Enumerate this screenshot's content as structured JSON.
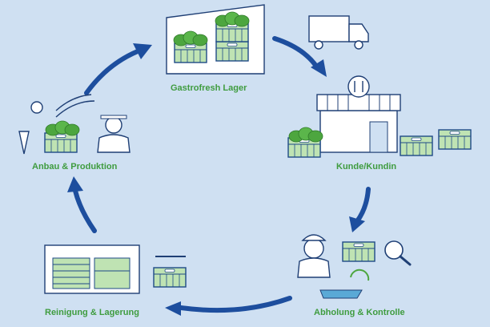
{
  "stages": [
    {
      "id": "lager",
      "label": "Gastrofresh Lager",
      "icon": "warehouse-crates-icon"
    },
    {
      "id": "kunde",
      "label": "Kunde/Kundin",
      "icon": "restaurant-storefront-icon"
    },
    {
      "id": "abholung",
      "label": "Abholung & Kontrolle",
      "icon": "inspector-with-crate-icon"
    },
    {
      "id": "reinigung",
      "label": "Reinigung & Lagerung",
      "icon": "stacked-crates-icon"
    },
    {
      "id": "anbau",
      "label": "Anbau & Produktion",
      "icon": "farmer-with-crate-icon"
    }
  ],
  "colors": {
    "background": "#cfe0f2",
    "arrow": "#1d4e9e",
    "label": "#3f9c3f",
    "crate_fill": "#bfe3b3",
    "crate_stroke": "#1f4a87",
    "produce": "#4da63f",
    "outline": "#1f3f75"
  }
}
